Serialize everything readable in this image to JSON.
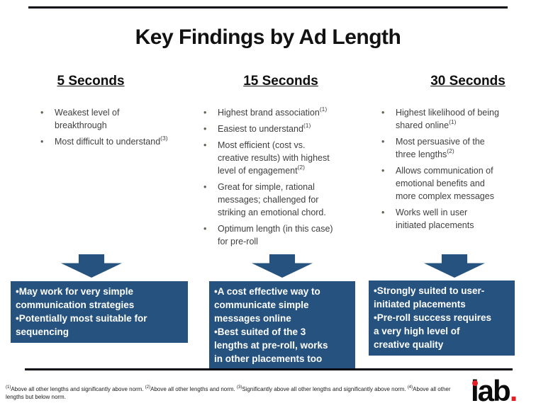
{
  "slide": {
    "title": "Key Findings by Ad Length",
    "bullet_char": "•",
    "columns": [
      {
        "header": "5 Seconds",
        "bullets": [
          {
            "text": "Weakest level of\nbreakthrough"
          },
          {
            "text": "Most difficult to understand",
            "sup": "(3)"
          }
        ],
        "summary": [
          "•May work for very simple\ncommunication strategies",
          "•Potentially most suitable for\nsequencing"
        ]
      },
      {
        "header": "15 Seconds",
        "bullets": [
          {
            "text": "Highest brand association",
            "sup": "(1)"
          },
          {
            "text": "Easiest to understand",
            "sup": "(1)"
          },
          {
            "text": "Most efficient (cost vs.\ncreative results) with highest\nlevel of engagement",
            "sup": "(2)"
          },
          {
            "text": "Great for simple, rational\nmessages; challenged for\nstriking an emotional chord."
          },
          {
            "text": "Optimum length (in this case)\nfor pre-roll"
          }
        ],
        "summary": [
          "•A cost effective way to\ncommunicate simple\nmessages online",
          "•Best suited of the 3\nlengths at pre-roll, works\nin other placements too"
        ]
      },
      {
        "header": "30 Seconds",
        "bullets": [
          {
            "text": "Highest likelihood of being\nshared online",
            "sup": "(1)"
          },
          {
            "text": "Most persuasive of the\nthree lengths",
            "sup": "(2)"
          },
          {
            "text": "Allows communication of\nemotional benefits and\nmore complex messages"
          },
          {
            "text": "Works well in user\ninitiated placements"
          }
        ],
        "summary": [
          "•Strongly suited to user-\ninitiated placements",
          "•Pre-roll success requires\na very high level of\ncreative quality"
        ]
      }
    ],
    "footnotes": [
      {
        "sup": "(1)",
        "text": "Above all other lengths and significantly above norm."
      },
      {
        "sup": "(2)",
        "text": "Above all other lengths and norm."
      },
      {
        "sup": "(3)",
        "text": "Significantly above all other lengths and significantly above norm."
      },
      {
        "sup": "(4)",
        "text": "Above all other lengths but below norm."
      }
    ],
    "logo_text": "iab",
    "logo_period": ".",
    "colors": {
      "navy": "#25527F",
      "logo_red": "#E31F26",
      "text_dark": "#3F3F3F",
      "rule_black": "#0B0B14"
    }
  }
}
